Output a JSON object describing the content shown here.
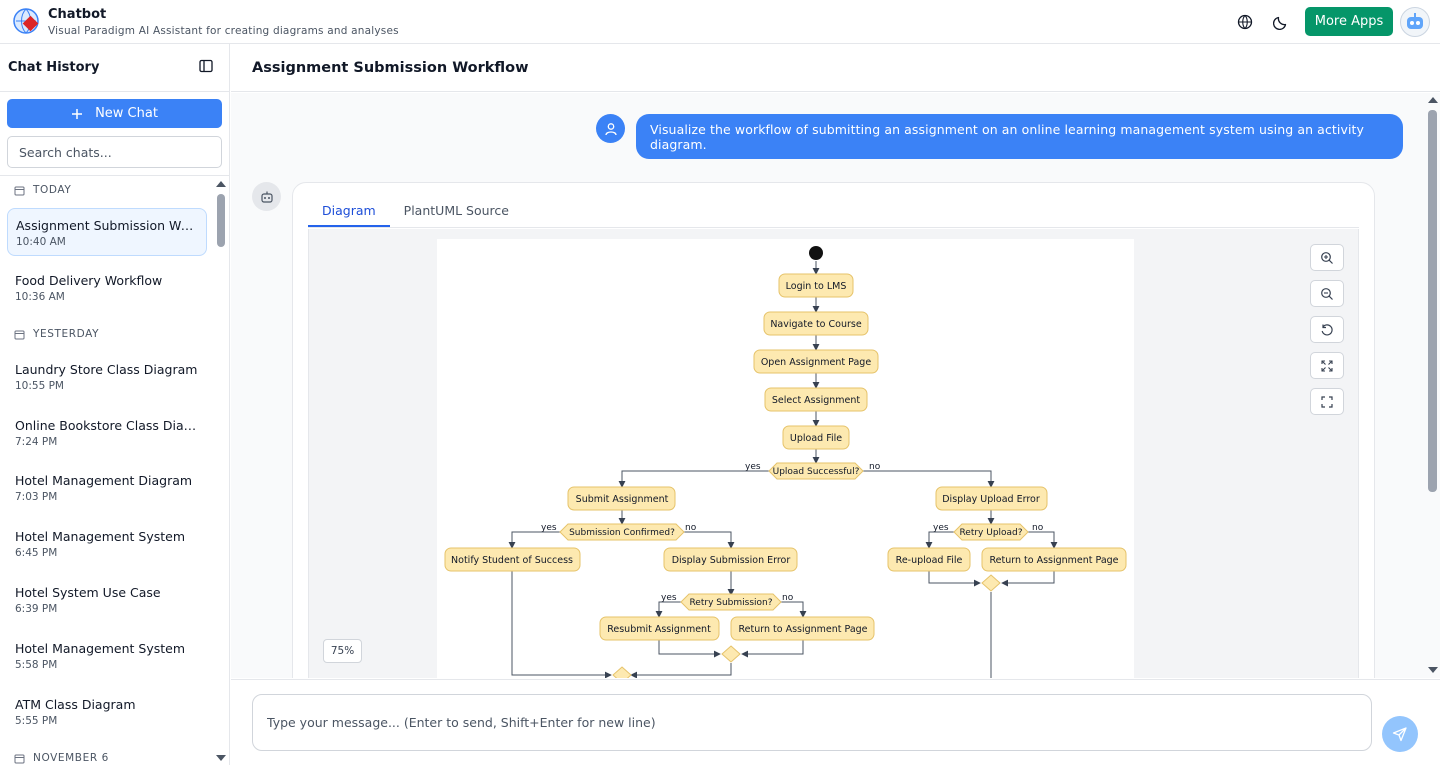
{
  "app": {
    "title": "Chatbot",
    "subtitle": "Visual Paradigm AI Assistant for creating diagrams and analyses",
    "more_apps_label": "More Apps",
    "icons": [
      "globe-icon",
      "moon-icon",
      "robot-avatar-icon"
    ],
    "accent_color": "#059669"
  },
  "sidebar": {
    "title": "Chat History",
    "new_chat_label": "New Chat",
    "search_placeholder": "Search chats...",
    "sections": [
      {
        "label": "TODAY",
        "items": [
          {
            "name": "Assignment Submission Workflow",
            "time": "10:40 AM",
            "active": true
          },
          {
            "name": "Food Delivery Workflow",
            "time": "10:36 AM"
          }
        ]
      },
      {
        "label": "YESTERDAY",
        "items": [
          {
            "name": "Laundry Store Class Diagram",
            "time": "10:55 PM"
          },
          {
            "name": "Online Bookstore Class Diagram",
            "time": "7:24 PM"
          },
          {
            "name": "Hotel Management Diagram",
            "time": "7:03 PM"
          },
          {
            "name": "Hotel Management System",
            "time": "6:45 PM"
          },
          {
            "name": "Hotel System Use Case",
            "time": "6:39 PM"
          },
          {
            "name": "Hotel Management System",
            "time": "5:58 PM"
          },
          {
            "name": "ATM Class Diagram",
            "time": "5:55 PM"
          }
        ]
      },
      {
        "label": "NOVEMBER 6",
        "items": []
      }
    ]
  },
  "conversation": {
    "title": "Assignment Submission Workflow",
    "user_message": "Visualize the workflow of submitting an assignment on an online learning management system using an activity diagram.",
    "tabs": [
      {
        "label": "Diagram",
        "active": true
      },
      {
        "label": "PlantUML Source",
        "active": false
      }
    ],
    "zoom_level": "75%",
    "zoom_controls": [
      "zoom-in-icon",
      "zoom-out-icon",
      "reset-icon",
      "fit-icon",
      "fullscreen-icon"
    ]
  },
  "diagram": {
    "actions": {
      "login": "Login to LMS",
      "navigate": "Navigate to Course",
      "open_page": "Open Assignment Page",
      "select": "Select Assignment",
      "upload": "Upload File",
      "submit": "Submit Assignment",
      "display_upload_error": "Display Upload Error",
      "notify": "Notify Student of Success",
      "display_submission_error": "Display Submission Error",
      "reupload": "Re-upload File",
      "return_page_1": "Return to Assignment Page",
      "resubmit": "Resubmit Assignment",
      "return_page_2": "Return to Assignment Page"
    },
    "decisions": {
      "upload_ok": "Upload Successful?",
      "confirmed": "Submission Confirmed?",
      "retry_upload": "Retry Upload?",
      "retry_submission": "Retry Submission?"
    },
    "branch_yes": "yes",
    "branch_no": "no",
    "node_fill": "#fde9b0",
    "node_stroke": "#e6c36a"
  },
  "input": {
    "placeholder": "Type your message... (Enter to send, Shift+Enter for new line)"
  }
}
